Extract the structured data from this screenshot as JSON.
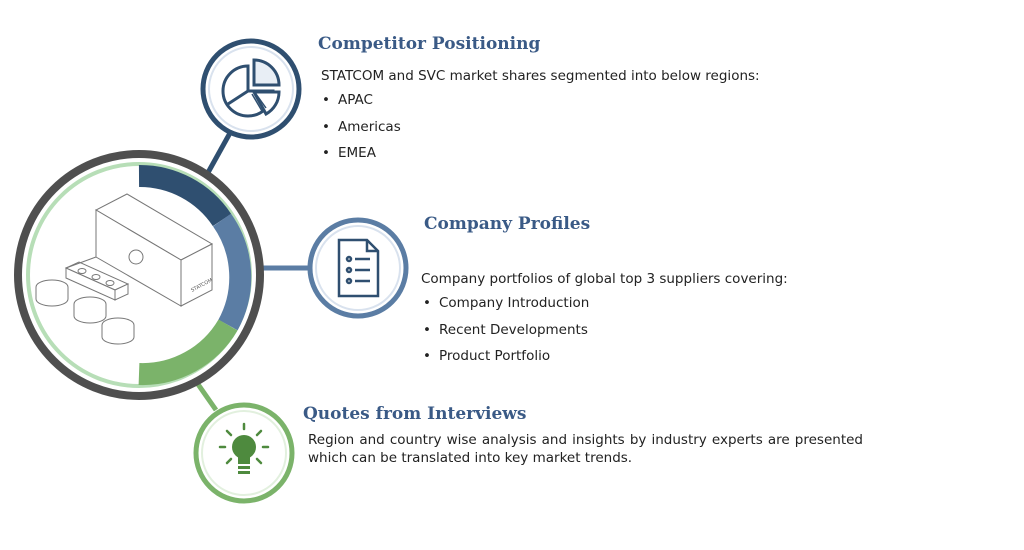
{
  "sections": {
    "competitor": {
      "title": "Competitor Positioning",
      "description": "STATCOM and SVC market shares segmented into below regions:",
      "items": [
        "APAC",
        "Americas",
        "EMEA"
      ],
      "icon": "pie-chart-icon"
    },
    "profiles": {
      "title": "Company Profiles",
      "description": "Company portfolios of global top 3 suppliers covering:",
      "items": [
        "Company Introduction",
        "Recent Developments",
        "Product Portfolio"
      ],
      "icon": "document-list-icon"
    },
    "quotes": {
      "title": "Quotes from Interviews",
      "description": "Region and country wise analysis and insights by industry experts are presented which can be translated into key market trends.",
      "icon": "lightbulb-icon"
    }
  },
  "device": {
    "label": "STATCOM"
  },
  "colors": {
    "navy": "#2f4f70",
    "steel": "#5b7da4",
    "green": "#7bb36a",
    "light_green": "#b7deb7",
    "dark_ring": "#4f4f4f",
    "heading": "#3a5a86"
  }
}
